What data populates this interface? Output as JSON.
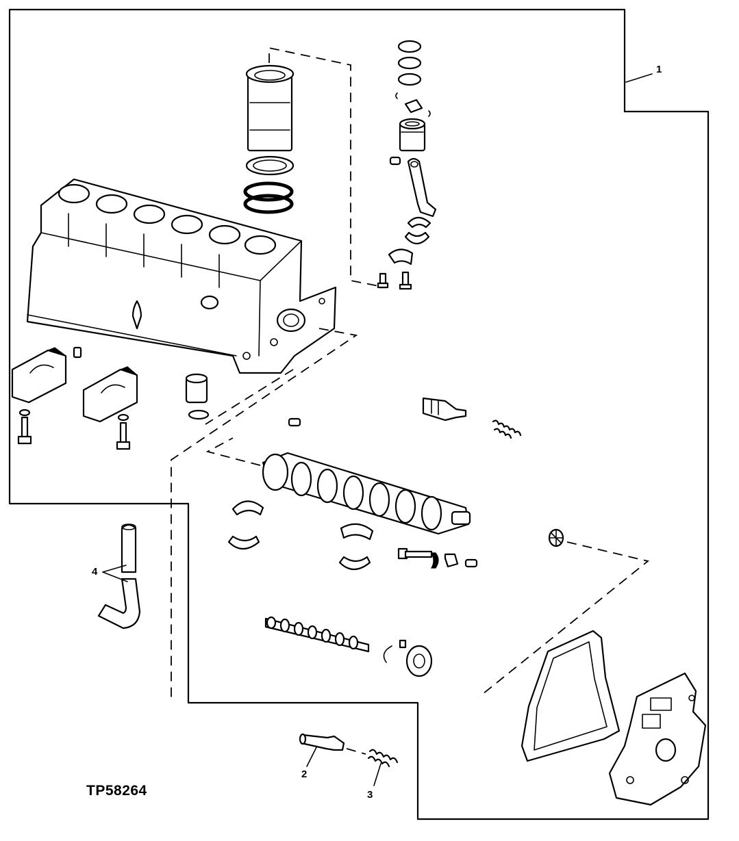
{
  "figure_id": "TP58264",
  "callouts": {
    "c1": "1",
    "c2": "2",
    "c3": "3",
    "c4": "4"
  }
}
